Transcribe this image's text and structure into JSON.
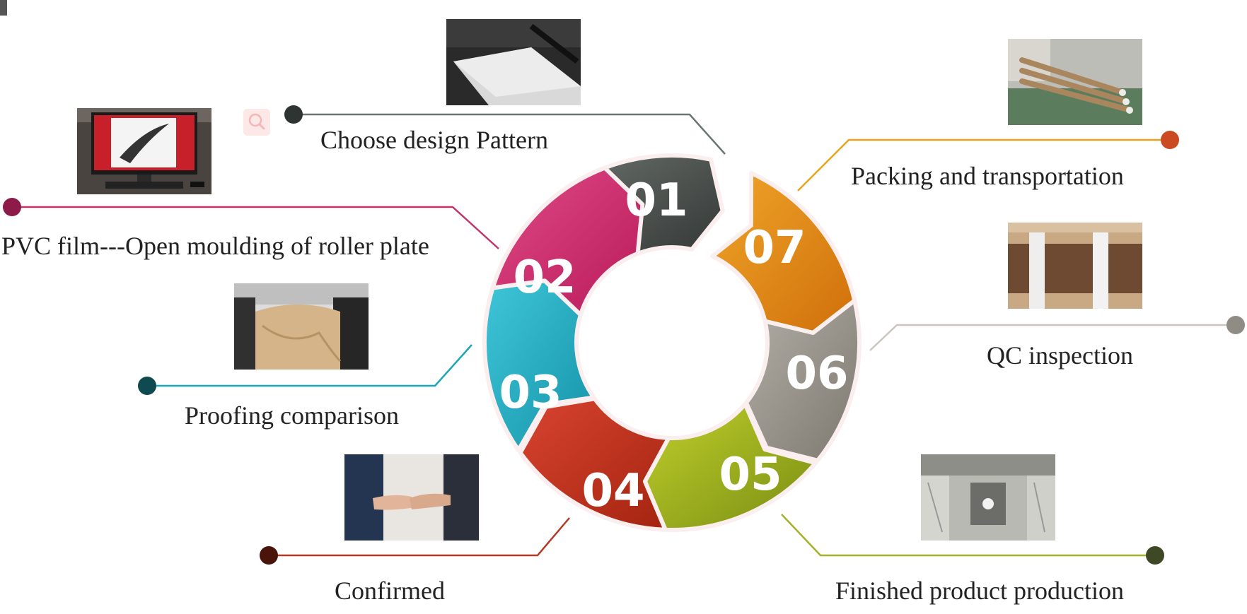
{
  "steps": [
    {
      "number": "01",
      "label": "Choose design Pattern",
      "color": "#4a504d",
      "photo": "printing-plate-photo"
    },
    {
      "number": "02",
      "label": "PVC film---Open moulding of roller plate",
      "color": "#d6296e",
      "photo": "computer-design-photo"
    },
    {
      "number": "03",
      "label": "Proofing comparison",
      "color": "#1fb3c9",
      "photo": "printing-roller-photo"
    },
    {
      "number": "04",
      "label": "Confirmed",
      "color": "#c0321f",
      "photo": "handshake-photo"
    },
    {
      "number": "05",
      "label": "Finished product production",
      "color": "#9aac1c",
      "photo": "production-line-photo"
    },
    {
      "number": "06",
      "label": "QC inspection",
      "color": "#95918a",
      "photo": "film-rolls-inspection-photo"
    },
    {
      "number": "07",
      "label": "Packing and transportation",
      "color": "#e58a12",
      "photo": "packed-rolls-photo"
    }
  ],
  "icons": {
    "zoom": "magnifier-icon"
  }
}
